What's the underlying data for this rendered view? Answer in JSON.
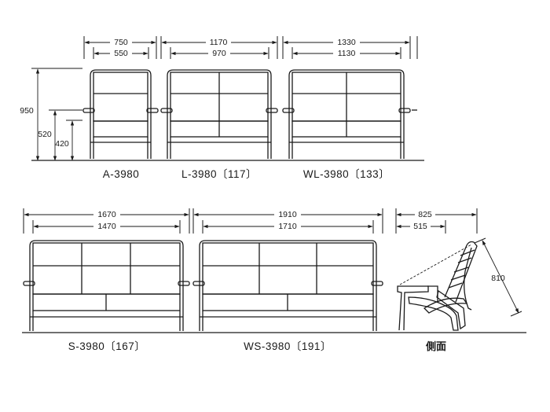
{
  "models": {
    "a": {
      "label": "A-3980",
      "width_outer": "750",
      "width_inner": "550"
    },
    "l": {
      "label": "L-3980〔117〕",
      "width_outer": "1170",
      "width_inner": "970"
    },
    "wl": {
      "label": "WL-3980〔133〕",
      "width_outer": "1330",
      "width_inner": "1130"
    },
    "s": {
      "label": "S-3980〔167〕",
      "width_outer": "1670",
      "width_inner": "1470"
    },
    "ws": {
      "label": "WS-3980〔191〕",
      "width_outer": "1910",
      "width_inner": "1710"
    }
  },
  "heights": {
    "total": "950",
    "arm": "520",
    "seat": "420"
  },
  "side": {
    "label": "側面",
    "depth_outer": "825",
    "depth_inner": "515",
    "diagonal": "810"
  }
}
